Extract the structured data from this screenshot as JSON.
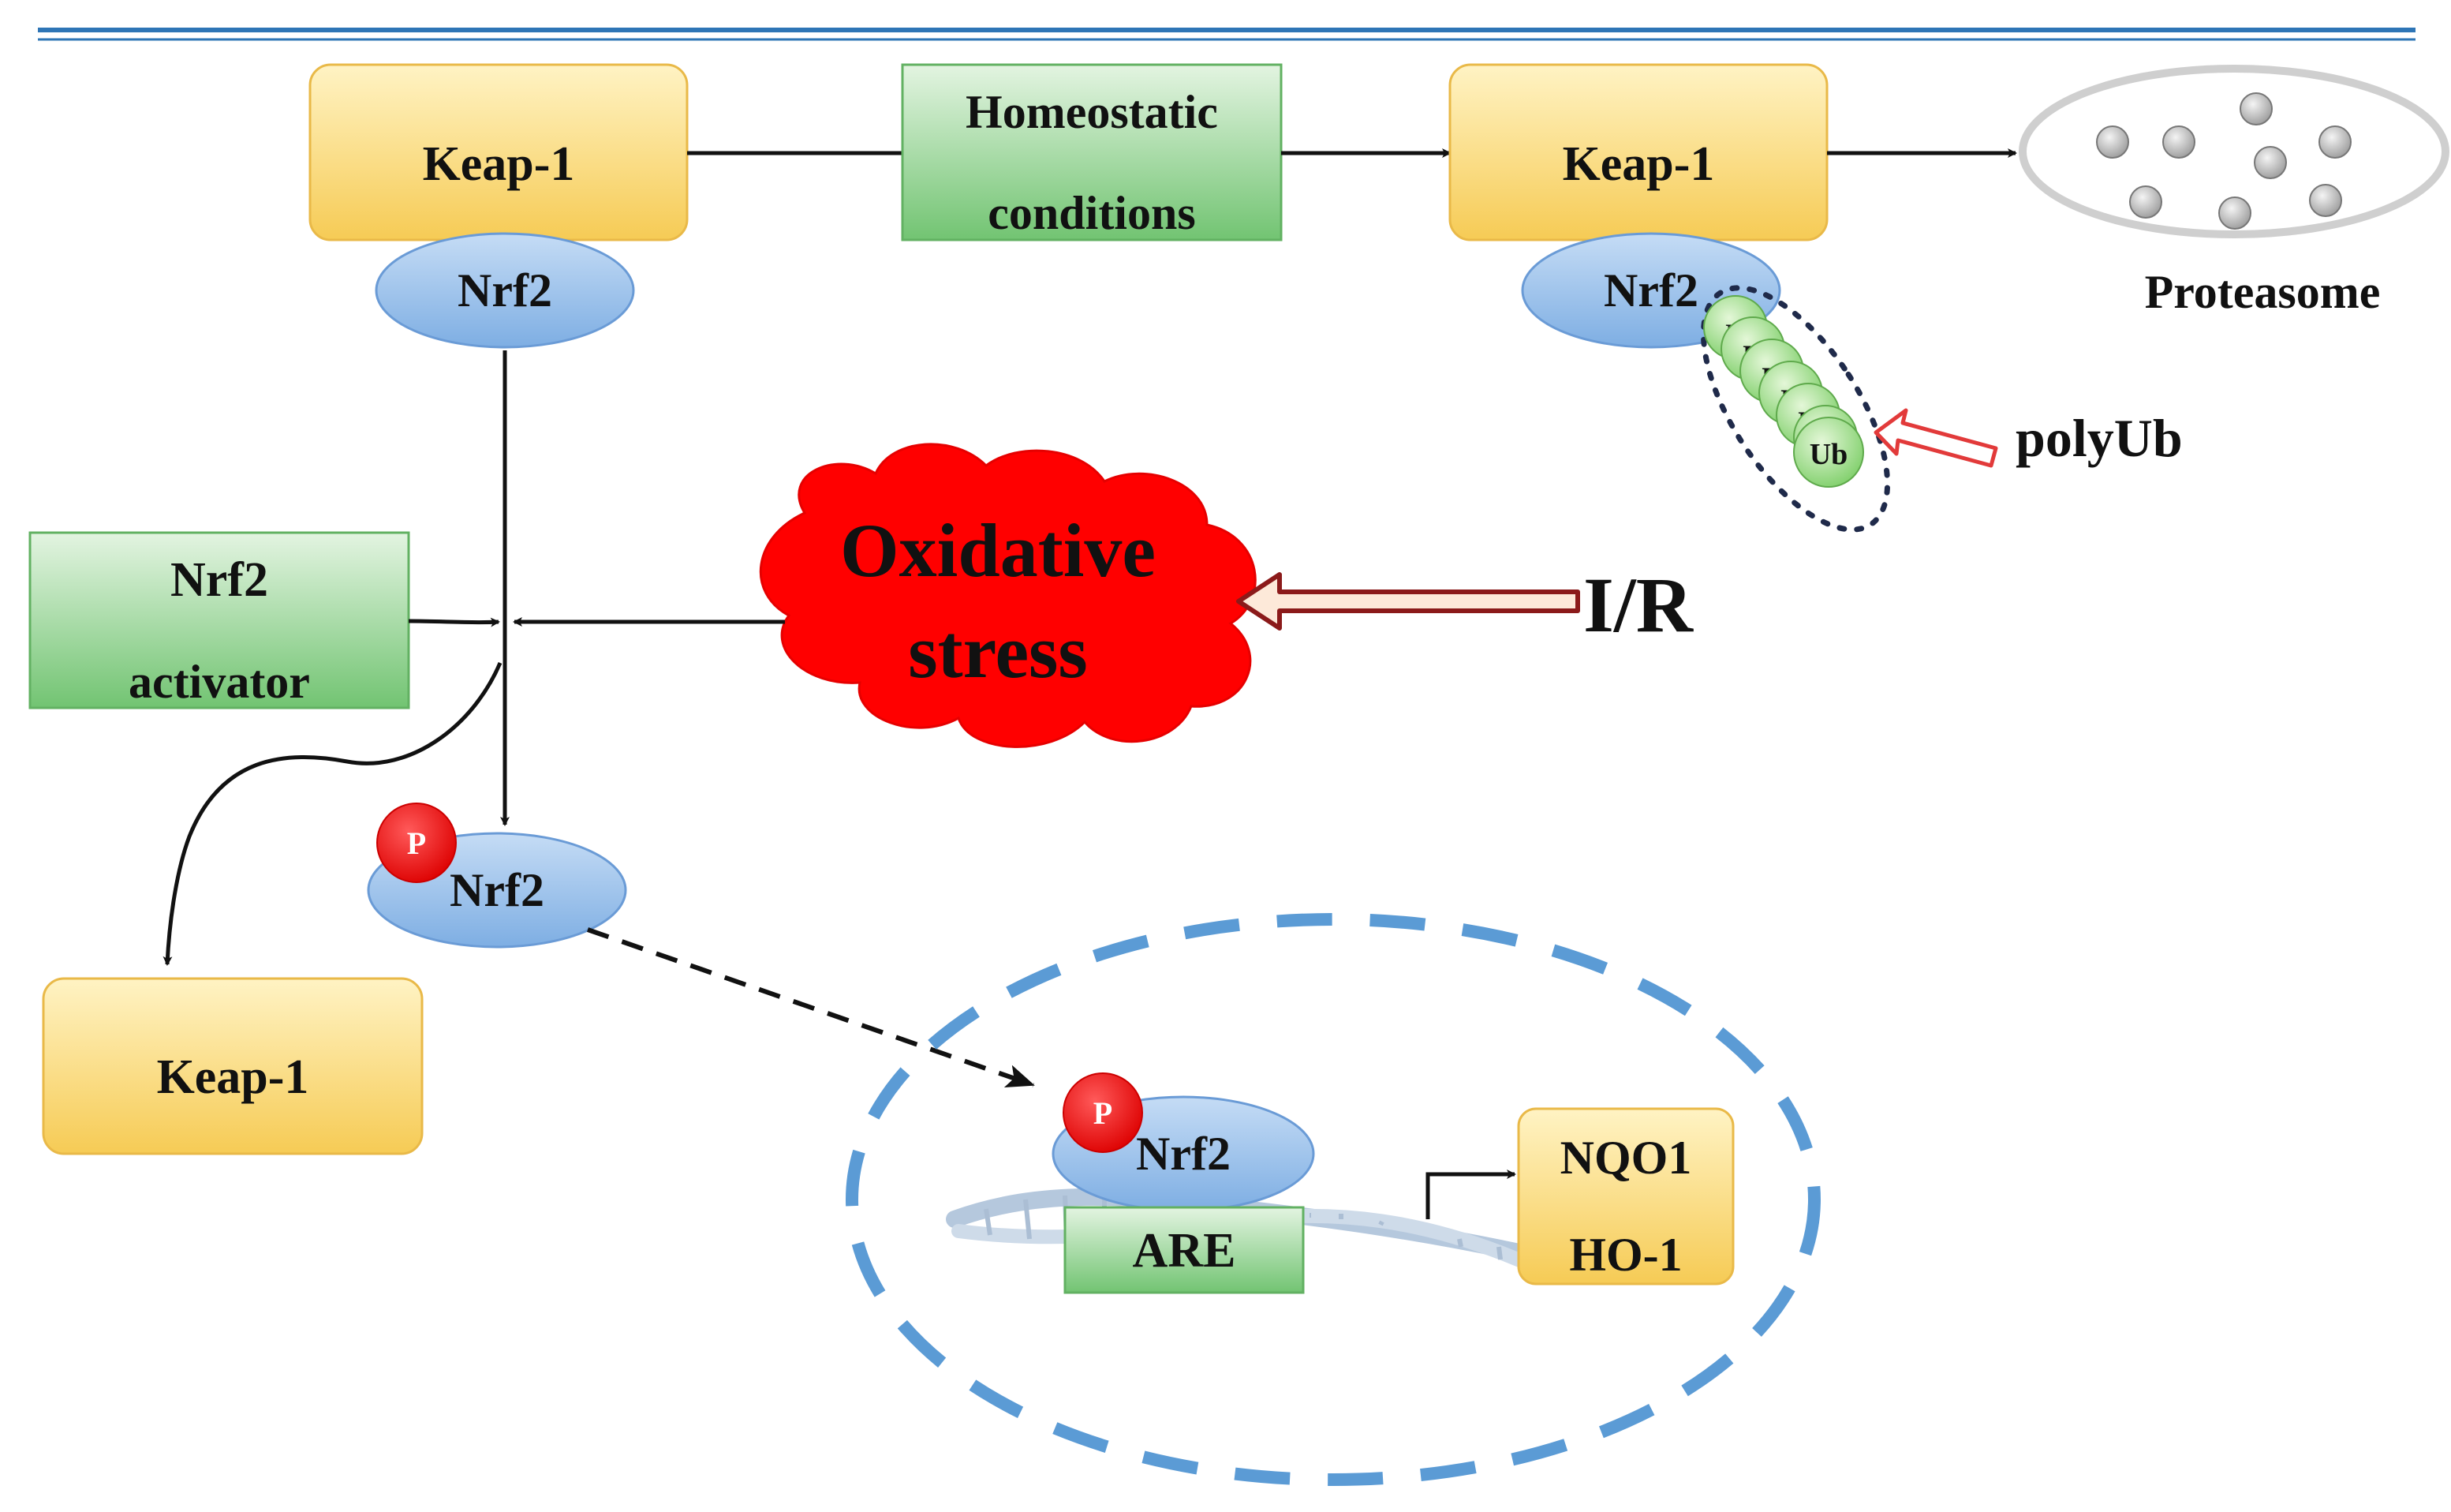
{
  "diagram": {
    "keap1_top_left": "Keap-1",
    "nrf2_top_left": "Nrf2",
    "homeostatic_line1": "Homeostatic",
    "homeostatic_line2": "conditions",
    "keap1_top_right": "Keap-1",
    "nrf2_top_right": "Nrf2",
    "proteasome": "Proteasome",
    "ub_label": "Ub",
    "polyub": "polyUb",
    "oxidative_line1": "Oxidative",
    "oxidative_line2": "stress",
    "ir": "I/R",
    "activator_line1": "Nrf2",
    "activator_line2": "activator",
    "phospho": "P",
    "nrf2_phospho": "Nrf2",
    "keap1_released": "Keap-1",
    "nrf2_nucleus": "Nrf2",
    "are": "ARE",
    "nqo1": "NQO1",
    "ho1": "HO-1"
  },
  "colors": {
    "keap_fill_top": "#fff1b8",
    "keap_fill_bottom": "#f7cf5c",
    "nrf2_fill": "#9cc2ec",
    "green_box": "#8fd08f",
    "stress_red": "#ff0000",
    "dashed_blue": "#5b9bd5",
    "phospho_red": "#ee0000",
    "header_rule": "#2e75b6",
    "ir_arrow": "#8b1a1a"
  }
}
